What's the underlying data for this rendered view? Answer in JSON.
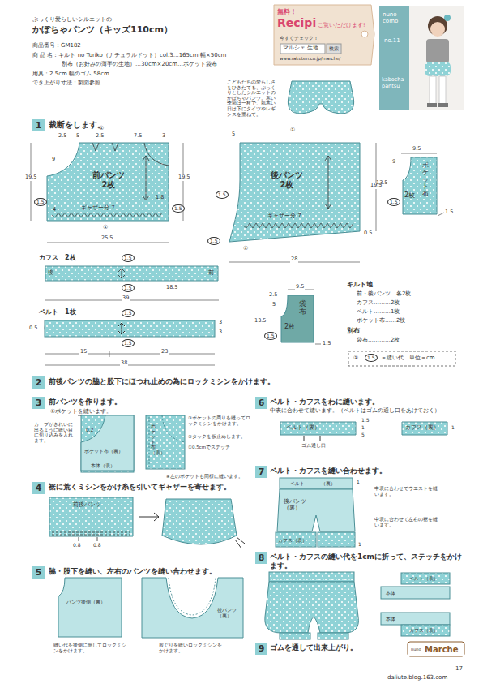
{
  "diagram": {
    "title": "かぼちゃパンツ（キッズ110cm）",
    "nodes": [
      {
        "text": [
          "1"
        ]
      },
      {
        "text": [
          "前パンツ 2枚"
        ]
      },
      {
        "text": [
          "後パンツ 2枚"
        ]
      },
      {
        "text": [
          "ポケット布",
          "2枚"
        ]
      },
      {
        "text": [
          "後",
          "前"
        ]
      },
      {
        "text": [
          "袋布",
          "2枚"
        ]
      },
      {
        "text": [
          "2"
        ]
      },
      {
        "text": [
          "3"
        ]
      },
      {
        "text": [
          "4"
        ]
      },
      {
        "text": [
          "前後パンツ"
        ]
      },
      {
        "text": [
          "5"
        ]
      },
      {
        "text": [
          "6"
        ]
      },
      {
        "text": [
          "ベルト（裏）"
        ]
      },
      {
        "text": [
          "カフス（裏）"
        ]
      },
      {
        "text": [
          "7"
        ]
      },
      {
        "text": [
          "8"
        ]
      },
      {
        "text": [
          "9"
        ]
      }
    ],
    "labels": [
      "ぷっくり愛らしいシルエットの",
      "商品番号：GM182",
      "商 品 名：キルト no Toriko（ナチュラルドット）col.3…165cm 幅×50cm",
      "別布（お好みの薄手の生地）…30cm×20cm…ポケット袋布",
      "用具：2.5cm 幅のゴム 58cm",
      "でき上がり寸法：製図参照",
      "無料！",
      "Recipi",
      "ご覧いただけます!",
      "今すぐチェック！",
      "マルシェ 生地",
      "検索",
      "www.rakuten.co.jp/marche/",
      "nuno como",
      "no.11",
      "kabocha pantsu",
      "こどもたちの愛らしさをひきたてる、ぷっくりとしたシルエットのかぼちゃパンツ。寒い季節は一枚で、肌寒い日は下にタイツやレギンスを重ねて。",
      "裁断をします。",
      "①",
      "2.5",
      "5",
      "2.5",
      "7.5",
      "3",
      "9",
      "19.5",
      "19.5",
      "1.5",
      "1.8",
      "4",
      "ギャザー分 7",
      "1.5",
      "①",
      "25.5",
      "①",
      "5",
      "19.5",
      "1.5",
      "ギャザー分 7",
      "1.5",
      "①",
      "0.5",
      "28",
      "9.5",
      "9",
      "13.5",
      "1.5",
      "1.5",
      "カフス　2枚",
      "1.5",
      "1.5",
      "18.5",
      "39",
      "ベルト　1枚",
      "1.5",
      "0.5",
      "3",
      "3",
      "1.5",
      "15",
      "23",
      "38",
      "9.5",
      "2.5",
      "5",
      "13.5",
      "1.5",
      "1.5",
      "キルト地",
      "前・後パンツ…各2枚",
      "カフス………2枚",
      "ベルト………1枚",
      "ポケット布……2枚",
      "別布",
      "袋布…………2枚",
      "①",
      "1.5",
      "＝縫い代　単位＝cm",
      "前後パンツの脇と股下にほつれ止めの為にロックミシンをかけます。",
      "前パンツを作ります。",
      "①ポケットを縫います。",
      "カーブがきれいに出るように縫い目に切り込みを入れます。",
      "0.2",
      "ポケット布（裏）",
      "本体（表）",
      "③ポケットの周りを縫ってロックミシンをかけます。",
      "②タックを仮止めします。",
      "①0.5cmでステッチ",
      "ポケット布（表）",
      "※左のポケットも同様に縫います。",
      "裾に荒くミシンをかけ糸を引いてギャザーを寄せます。",
      "0.8",
      "0.8",
      "脇・股下を縫い、左右のパンツを縫い合わせます。",
      "パンツ後側（裏）",
      "縫い代を後側に倒してロックミシンをかけます。",
      "後パンツ（裏）",
      "股ぐりを縫いロックミシンをかけます。",
      "ベルト・カフスをわに縫います。",
      "中表に合わせて縫います。（ベルトはゴムの通し口をあけておく）",
      "1.5",
      "1",
      "5",
      "ゴム通し口",
      "1",
      "ベルト・カフスを縫い合わせます。",
      "1",
      "中表に合わせてウエストを縫います。",
      "ベルト",
      "（裏）",
      "後パンツ（裏）",
      "中表に合わせて左右の裾を縫います。",
      "カフス（表）",
      "1",
      "ベルト・カフスの縫い代を1cmに折って、ステッチをかけます。",
      "ベルト（表）",
      "本体",
      "本体",
      "カフス（表）",
      "ゴムを通して出来上がり。",
      "nuno",
      "Marche",
      "17",
      "daliute.blog.163.com"
    ]
  }
}
